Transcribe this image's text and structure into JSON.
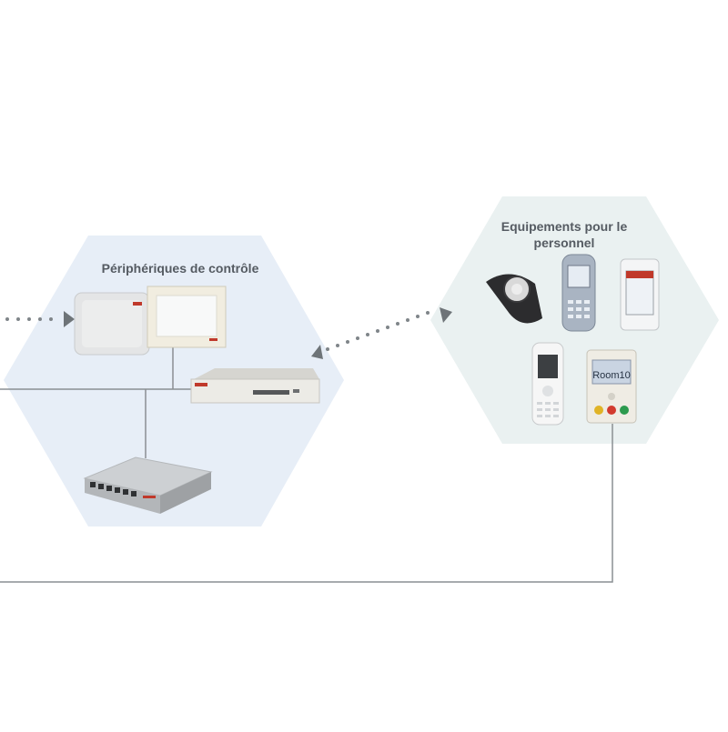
{
  "control_hub": {
    "title": "Périphériques de contrôle",
    "devices": [
      "wall-access-point",
      "touch-panel",
      "desktop-server",
      "network-switch"
    ]
  },
  "staff_hub": {
    "title": "Equipements pour le personnel",
    "devices": [
      "wrist-pager",
      "dect-handset-grey",
      "smartphone-white",
      "dect-handset-white",
      "patient-call-terminal"
    ],
    "terminal_screen_text": "Room10"
  },
  "colors": {
    "left_hex": "#e7eef7",
    "right_hex": "#eaf1f1",
    "lines": "#8a8f93",
    "dots": "#7f8589"
  }
}
